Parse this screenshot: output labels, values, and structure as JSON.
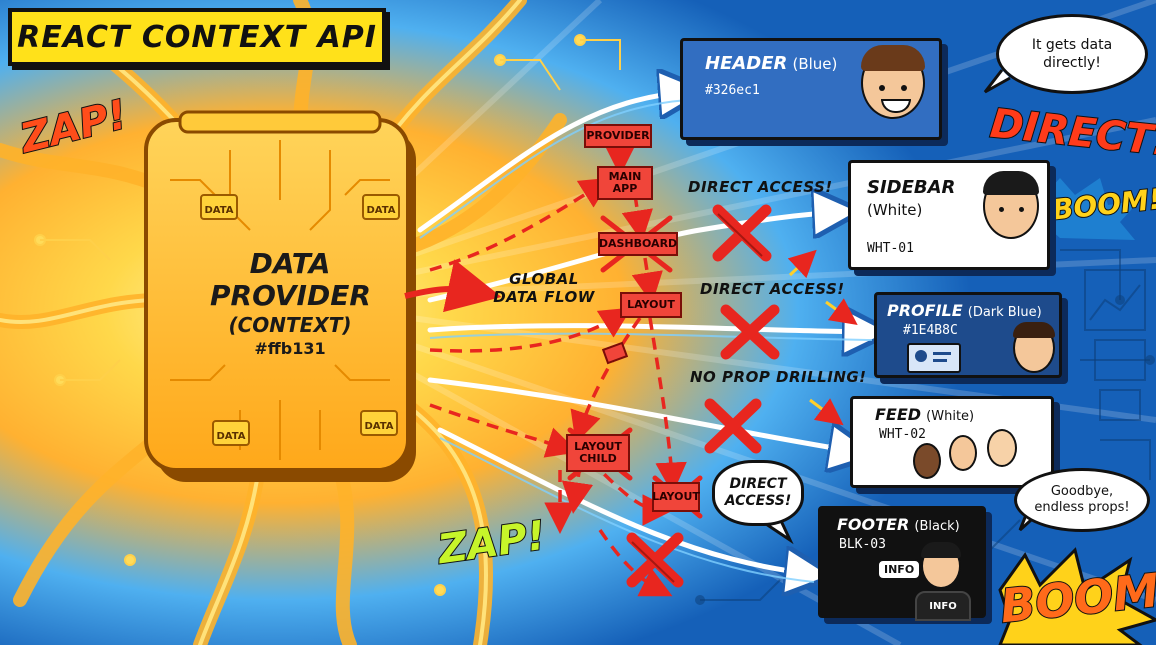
{
  "title": "REACT CONTEXT API",
  "effects": {
    "zap_left": "ZAP!",
    "zap_bottom": "ZAP!",
    "direct": "DIRECT!",
    "boom_small": "BOOM!",
    "boom_large": "BOOM!"
  },
  "provider": {
    "name_line1": "DATA",
    "name_line2": "PROVIDER",
    "kind": "(CONTEXT)",
    "color_code": "#ffb131",
    "chip_label": "DATA"
  },
  "global_flow_label": "GLOBAL DATA FLOW",
  "tree": {
    "provider": "PROVIDER",
    "main_app": "MAIN APP",
    "dashboard": "DASHBOARD",
    "layout": "LAYOUT",
    "layout_sub": "LAYOUT CHILD",
    "layout_small": "LAYOUT"
  },
  "callouts": {
    "direct_access_1": "DIRECT ACCESS!",
    "direct_access_2": "DIRECT ACCESS!",
    "no_prop_drilling": "NO PROP DRILLING!",
    "direct_access_bubble": "DIRECT ACCESS!"
  },
  "components": {
    "header": {
      "name": "HEADER",
      "variant": "(Blue)",
      "code": "#326ec1",
      "color": "#326ec1"
    },
    "sidebar": {
      "name": "SIDEBAR",
      "variant": "(White)",
      "code": "WHT-01",
      "color": "#ffffff"
    },
    "profile": {
      "name": "PROFILE",
      "variant": "(Dark Blue)",
      "code": "#1E4B8C",
      "color": "#1E4B8C"
    },
    "feed": {
      "name": "FEED",
      "variant": "(White)",
      "code": "WHT-02",
      "color": "#ffffff"
    },
    "footer": {
      "name": "FOOTER",
      "variant": "(Black)",
      "code": "BLK-03",
      "color": "#111111",
      "tag1": "INFO",
      "tag2": "INFO"
    }
  },
  "bubbles": {
    "top": "It gets data directly!",
    "bottom": "Goodbye, endless props!"
  },
  "colors": {
    "provider": "#ffb131",
    "header": "#326ec1",
    "profile": "#1E4B8C",
    "footer": "#111111",
    "red_cross": "#e8261f"
  }
}
